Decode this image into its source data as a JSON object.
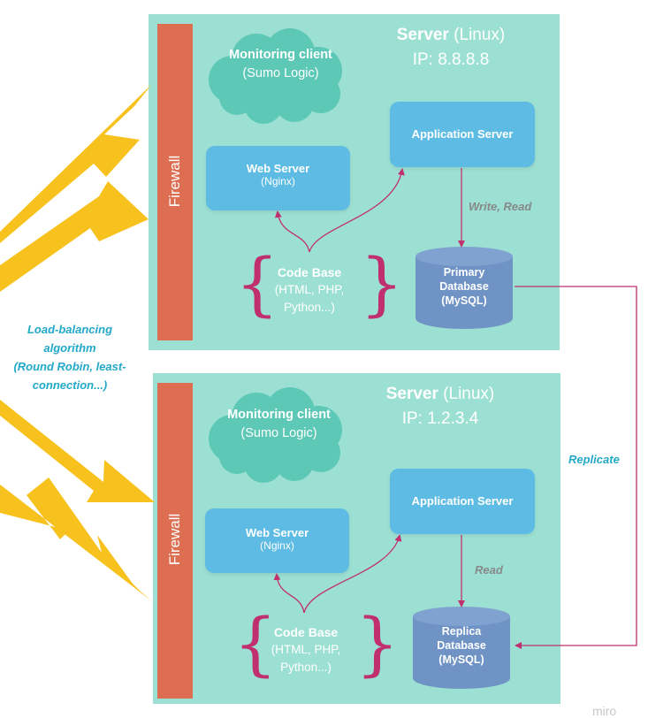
{
  "servers": [
    {
      "title_bold": "Server",
      "title_rest": "(Linux)",
      "ip": "IP: 8.8.8.8",
      "firewall": "Firewall",
      "monitoring": {
        "bold": "Monitoring client",
        "rest": "(Sumo Logic)"
      },
      "web_server": {
        "title": "Web Server",
        "sub": "(Nginx)"
      },
      "app_server": "Application Server",
      "code_base": {
        "title": "Code Base",
        "sub1": "(HTML, PHP,",
        "sub2": "Python...)"
      },
      "database": {
        "line1": "Primary",
        "line2": "Database",
        "line3": "(MySQL)"
      },
      "db_edge_label": "Write, Read"
    },
    {
      "title_bold": "Server",
      "title_rest": "(Linux)",
      "ip": "IP: 1.2.3.4",
      "firewall": "Firewall",
      "monitoring": {
        "bold": "Monitoring client",
        "rest": "(Sumo Logic)"
      },
      "web_server": {
        "title": "Web Server",
        "sub": "(Nginx)"
      },
      "app_server": "Application Server",
      "code_base": {
        "title": "Code Base",
        "sub1": "(HTML, PHP,",
        "sub2": "Python...)"
      },
      "database": {
        "line1": "Replica",
        "line2": "Database",
        "line3": "(MySQL)"
      },
      "db_edge_label": "Read"
    }
  ],
  "load_balancing": {
    "line1": "Load-balancing",
    "line2": "algorithm",
    "line3": "(Round Robin, least-",
    "line4": "connection...)"
  },
  "replicate_label": "Replicate",
  "watermark": "miro",
  "colors": {
    "server_bg": "#9ce0d3",
    "firewall": "#dd6e52",
    "cloud": "#5cc8b5",
    "card": "#5ebce4",
    "database": "#6f93c4",
    "connector": "#c0306e",
    "arrow": "#f7c11e",
    "accent_text": "#22a9c9"
  }
}
